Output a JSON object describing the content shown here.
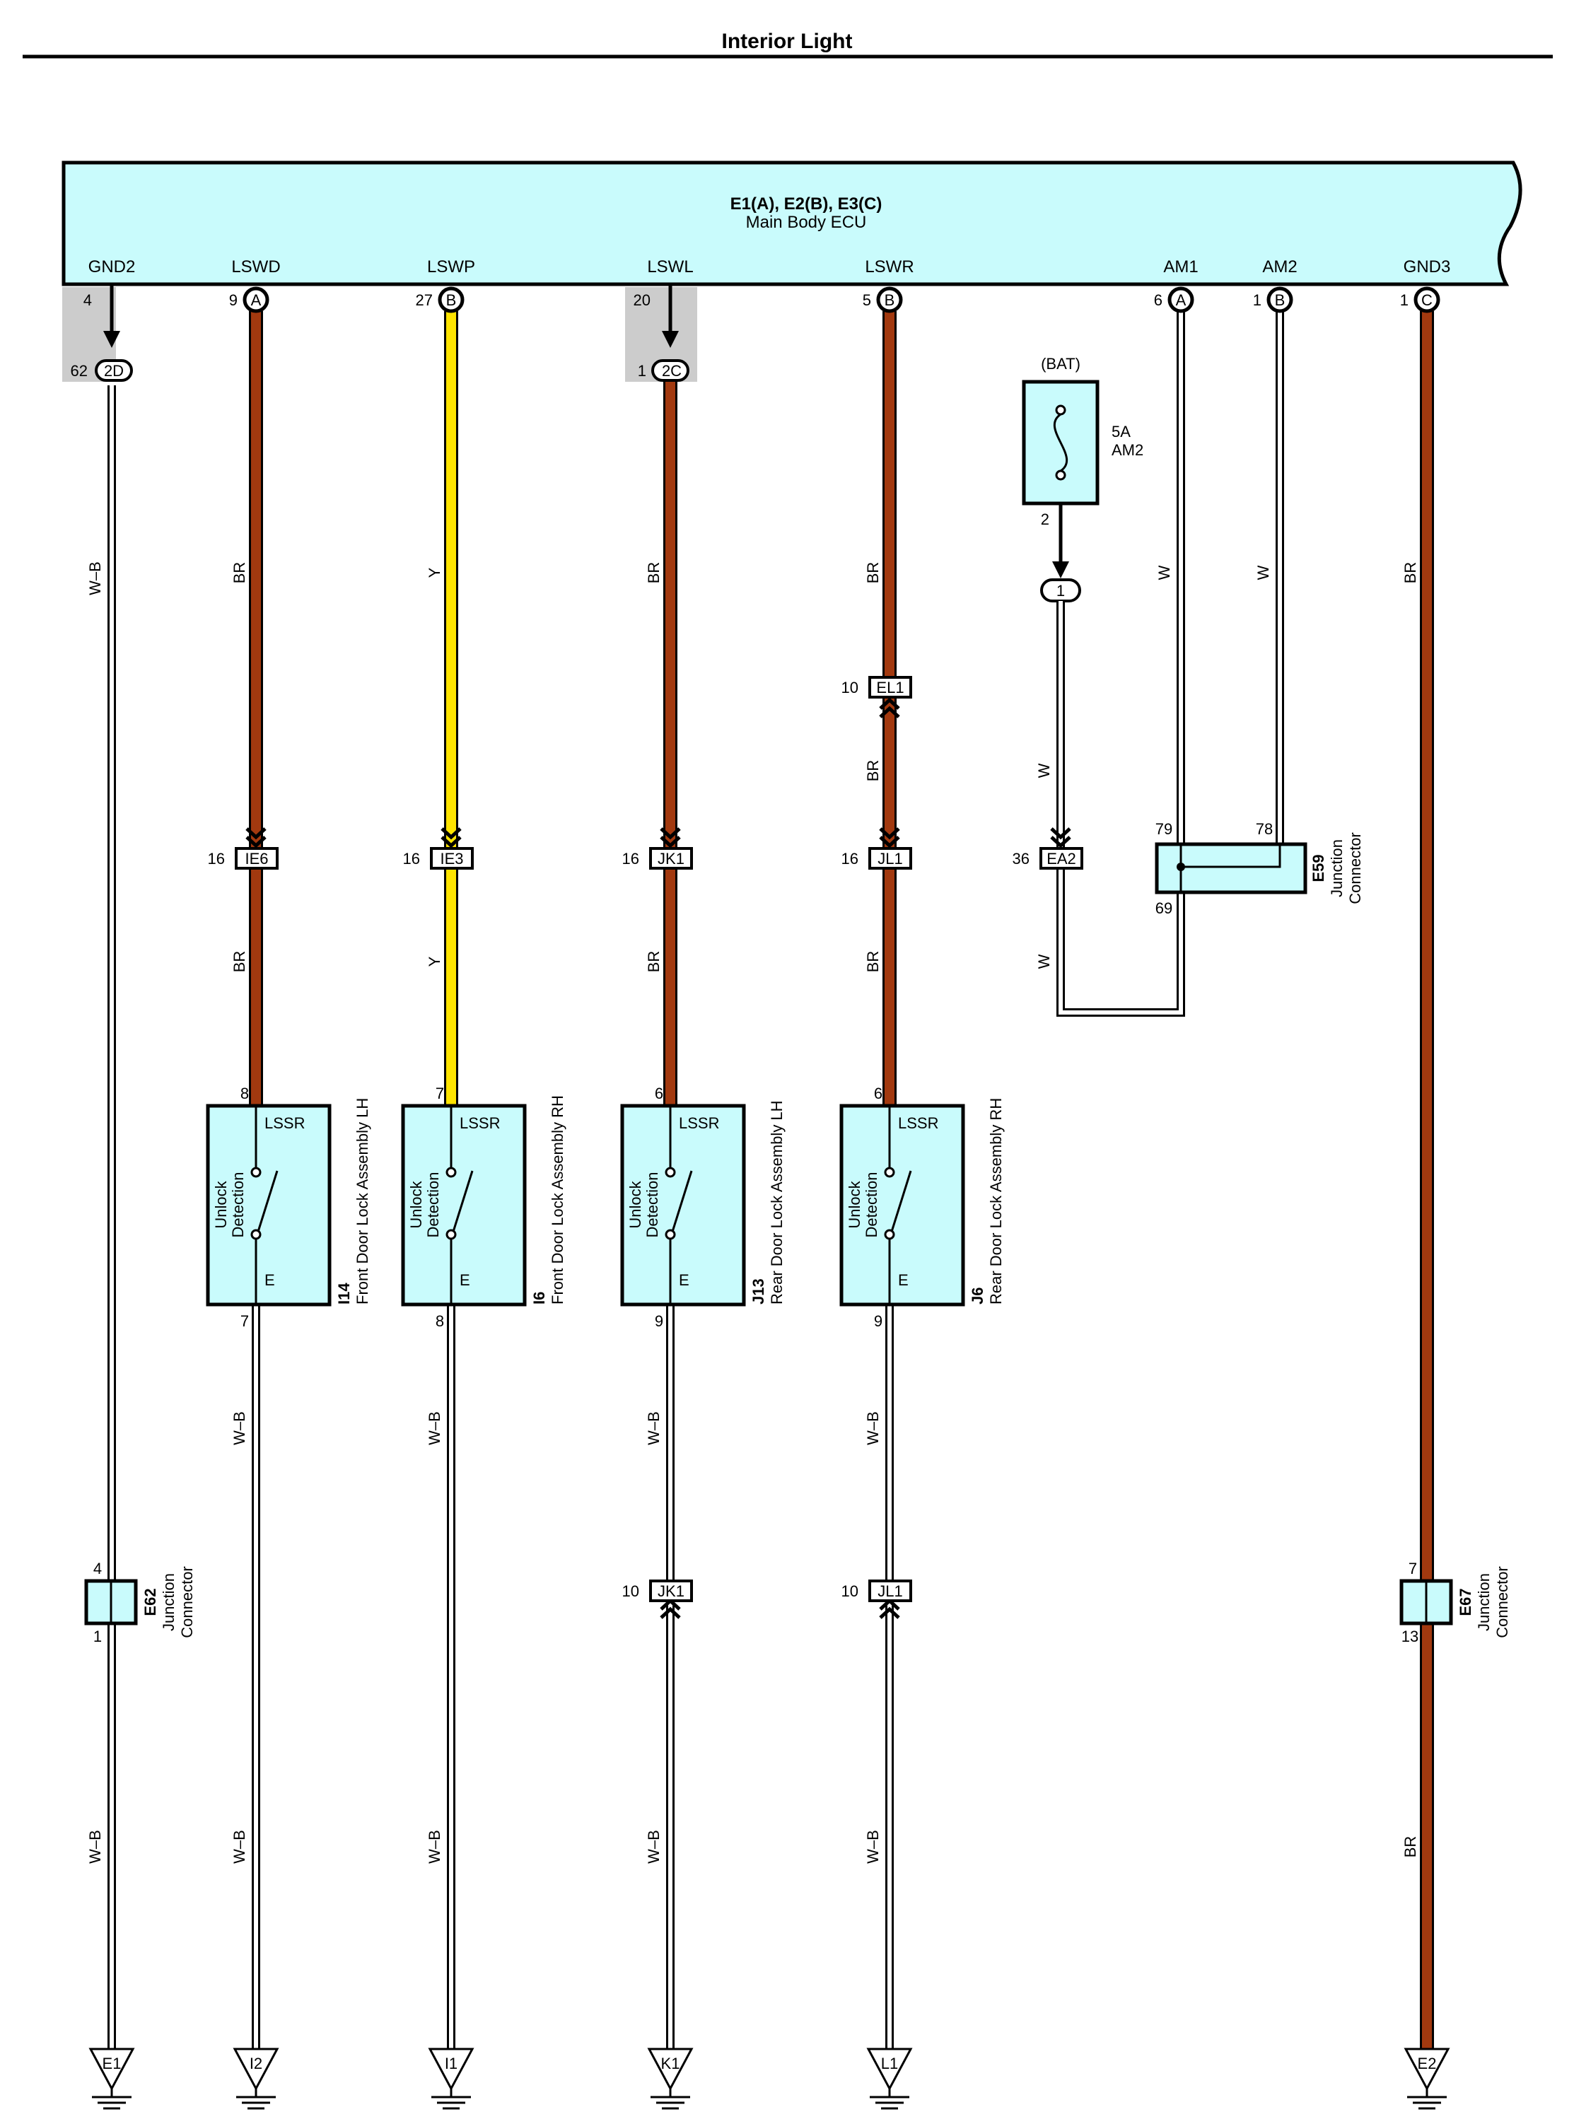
{
  "title": "Interior Light",
  "ecu": {
    "connectors": "E1(A), E2(B), E3(C)",
    "name": "Main Body ECU",
    "terminals": [
      {
        "name": "GND2",
        "pin": "4",
        "conn": ""
      },
      {
        "name": "LSWD",
        "pin": "9",
        "conn": "A"
      },
      {
        "name": "LSWP",
        "pin": "27",
        "conn": "B"
      },
      {
        "name": "LSWL",
        "pin": "20",
        "conn": ""
      },
      {
        "name": "LSWR",
        "pin": "5",
        "conn": "B"
      },
      {
        "name": "AM1",
        "pin": "6",
        "conn": "A"
      },
      {
        "name": "AM2",
        "pin": "1",
        "conn": "B"
      },
      {
        "name": "GND3",
        "pin": "1",
        "conn": "C"
      }
    ]
  },
  "colors": {
    "box_fill": "#c9fbfc",
    "brown_wire": "#a2390f",
    "yellow_wire": "#ffe400",
    "shade": "#cccccc",
    "line": "#000000"
  },
  "inline_connectors": {
    "c2D": {
      "label": "2D",
      "pin": "62"
    },
    "c2C": {
      "label": "2C",
      "pin": "1"
    },
    "IE6": {
      "label": "IE6",
      "pin": "16"
    },
    "IE3": {
      "label": "IE3",
      "pin": "16"
    },
    "JK1a": {
      "label": "JK1",
      "pin": "16"
    },
    "JL1a": {
      "label": "JL1",
      "pin": "16"
    },
    "EL1": {
      "label": "EL1",
      "pin": "10"
    },
    "EA2": {
      "label": "EA2",
      "pin": "36"
    },
    "JK1b": {
      "label": "JK1",
      "pin": "10"
    },
    "JL1b": {
      "label": "JL1",
      "pin": "10"
    },
    "fuse_pin_conn": {
      "label": "1",
      "pin": "2"
    }
  },
  "wire_labels": {
    "w_b": "W–B",
    "br": "BR",
    "y": "Y",
    "w": "W"
  },
  "fuse": {
    "source": "(BAT)",
    "rating": "5A",
    "name": "AM2"
  },
  "e59": {
    "id": "E59",
    "desc1": "Junction",
    "desc2": "Connector",
    "pin_a": "79",
    "pin_b": "78",
    "pin_c": "69"
  },
  "e62": {
    "id": "E62",
    "desc1": "Junction",
    "desc2": "Connector",
    "pin_top": "4",
    "pin_bot": "1"
  },
  "e67": {
    "id": "E67",
    "desc1": "Junction",
    "desc2": "Connector",
    "pin_top": "7",
    "pin_bot": "13"
  },
  "switches": [
    {
      "id": "I14",
      "desc": "Front Door Lock Assembly LH",
      "pin_top": "8",
      "pin_bot": "7",
      "top_label": "LSSR",
      "bot_label": "E",
      "func1": "Unlock",
      "func2": "Detection"
    },
    {
      "id": "I6",
      "desc": "Front Door Lock Assembly RH",
      "pin_top": "7",
      "pin_bot": "8",
      "top_label": "LSSR",
      "bot_label": "E",
      "func1": "Unlock",
      "func2": "Detection"
    },
    {
      "id": "J13",
      "desc": "Rear Door Lock Assembly LH",
      "pin_top": "6",
      "pin_bot": "9",
      "top_label": "LSSR",
      "bot_label": "E",
      "func1": "Unlock",
      "func2": "Detection"
    },
    {
      "id": "J6",
      "desc": "Rear Door Lock Assembly RH",
      "pin_top": "6",
      "pin_bot": "9",
      "top_label": "LSSR",
      "bot_label": "E",
      "func1": "Unlock",
      "func2": "Detection"
    }
  ],
  "grounds": [
    "E1",
    "I2",
    "I1",
    "K1",
    "L1",
    "E2"
  ]
}
